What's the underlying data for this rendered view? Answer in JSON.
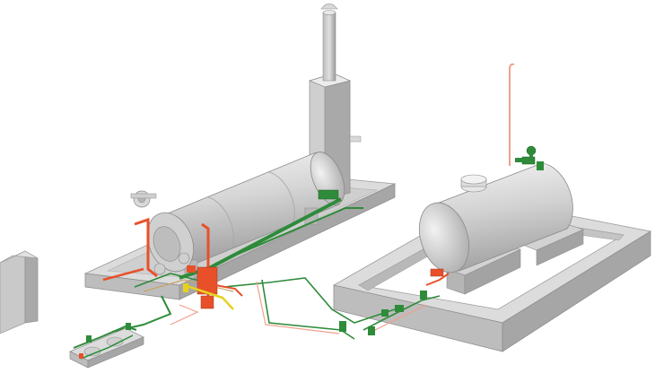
{
  "scene": {
    "kind": "isometric-3d-plant-layout",
    "background": "#ffffff",
    "colors": {
      "concrete": "#c8c8c8",
      "concrete_dark": "#a9a9a9",
      "concrete_light": "#e2e2e2",
      "steel": "#d4d4d4",
      "steel_dark": "#9e9e9e",
      "steel_light": "#f2f2f2",
      "pipe_green": "#2e8b3a",
      "pipe_red": "#e8502a",
      "pipe_yellow": "#e6d21e",
      "pipe_pink": "#f0a08a"
    },
    "objects": [
      {
        "id": "electrical-cabinet",
        "label": ""
      },
      {
        "id": "boiler-skid",
        "label": ""
      },
      {
        "id": "boiler-drum",
        "label": ""
      },
      {
        "id": "chimney-stack",
        "label": ""
      },
      {
        "id": "burner-assembly",
        "label": ""
      },
      {
        "id": "tank-foundation-frame",
        "label": ""
      },
      {
        "id": "storage-tank",
        "label": ""
      },
      {
        "id": "pump-skid",
        "label": ""
      },
      {
        "id": "interconnecting-piping",
        "label": ""
      }
    ]
  }
}
